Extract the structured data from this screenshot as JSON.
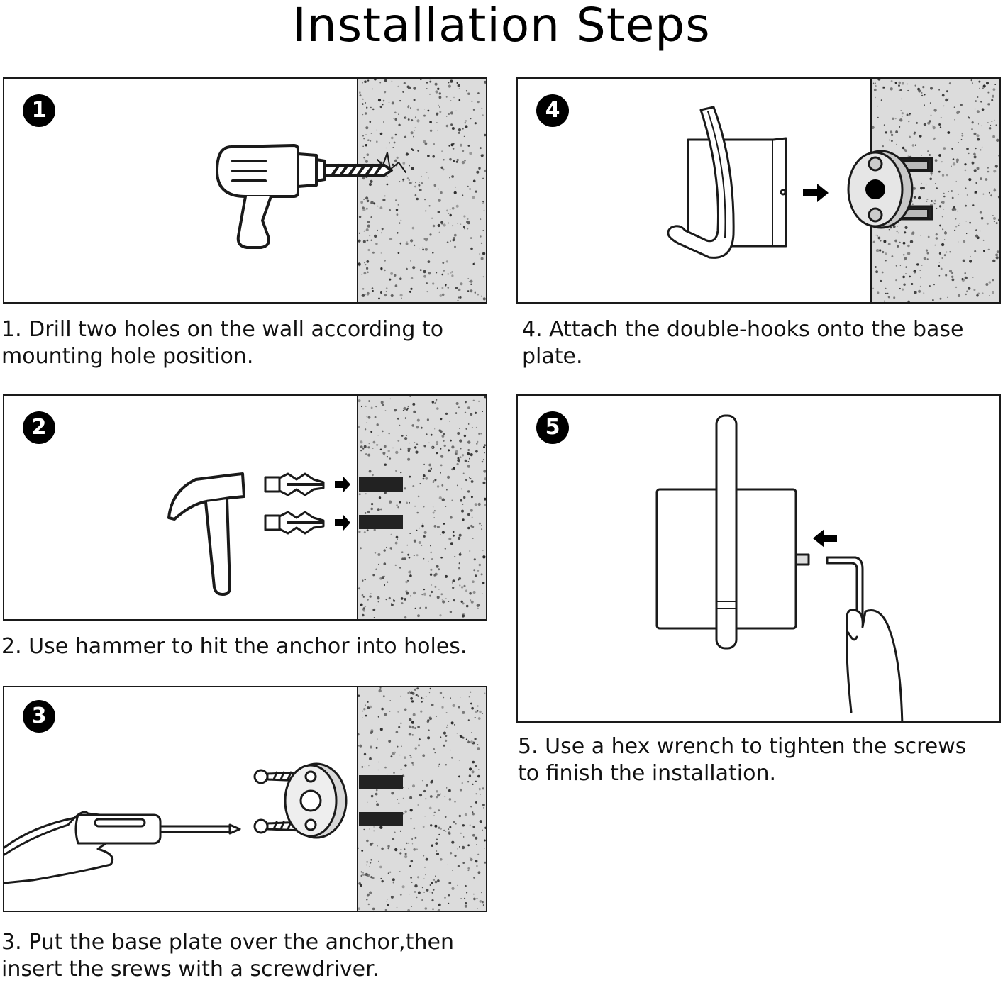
{
  "title": "Installation Steps",
  "steps": [
    {
      "number": "1",
      "caption": "1. Drill two holes on the wall according to mounting hole position."
    },
    {
      "number": "2",
      "caption": "2. Use hammer to hit the anchor into holes."
    },
    {
      "number": "3",
      "caption": "3. Put the base plate over the anchor,then insert the srews with a screwdriver."
    },
    {
      "number": "4",
      "caption": "4. Attach the double-hooks onto the base plate."
    },
    {
      "number": "5",
      "caption": "5. Use a hex wrench to tighten the screws to finish the installation."
    }
  ],
  "colors": {
    "wall": "#dcdcdc",
    "line": "#1a1a1a",
    "badge": "#000000",
    "anchor": "#222222"
  }
}
